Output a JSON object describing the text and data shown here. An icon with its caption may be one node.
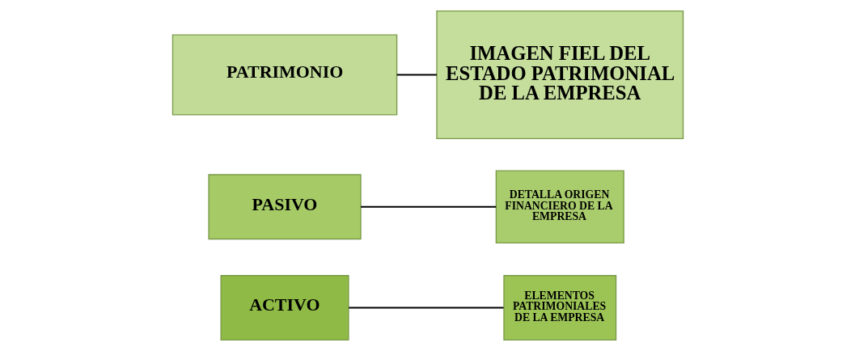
{
  "diagram": {
    "nodes": [
      {
        "text": [
          "ACTIVO"
        ]
      },
      {
        "text": [
          "ELEMENTOS PATRIMONIALES DE LA EMPRESA"
        ]
      },
      {
        "text": [
          "PASIVO"
        ]
      },
      {
        "text": [
          "DETALLA ORIGEN FINANCIERO DE LA EMPRESA"
        ]
      },
      {
        "text": [
          "PATRIMONIO"
        ]
      },
      {
        "text": [
          "IMAGEN FIEL DEL ESTADO PATRIMONIAL DE LA EMPRESA"
        ]
      }
    ],
    "edges": [
      {
        "from": 0,
        "to": 1,
        "arrow": "none"
      },
      {
        "from": 2,
        "to": 3,
        "arrow": "none"
      },
      {
        "from": 4,
        "to": 5,
        "arrow": "none"
      }
    ]
  }
}
